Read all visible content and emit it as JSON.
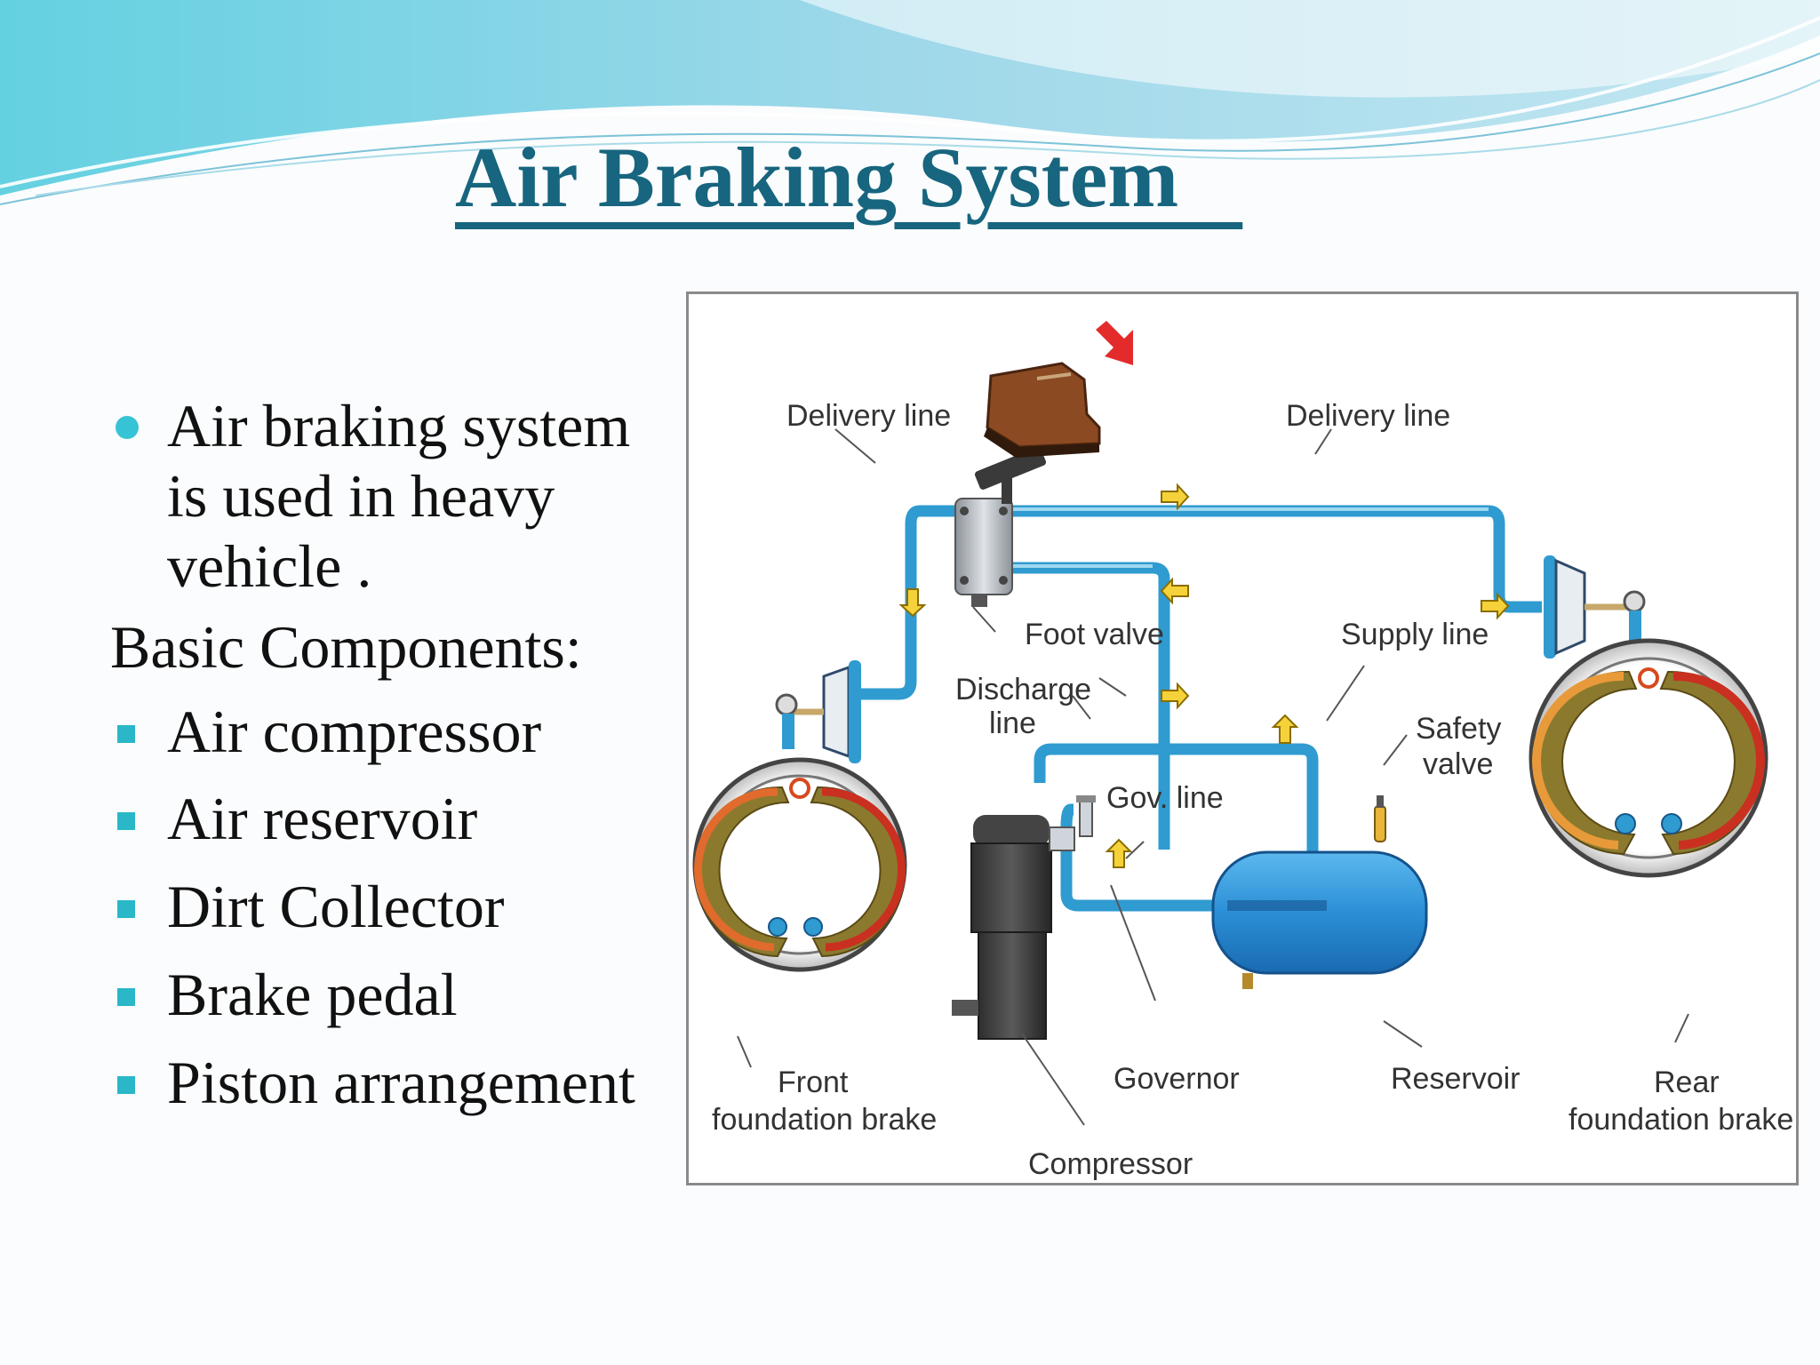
{
  "title": "Air Braking System   ",
  "intro": "Air braking system is used in heavy vehicle .",
  "components_heading": "Basic Components:",
  "components": [
    "Air compressor",
    "Air reservoir",
    "Dirt Collector",
    "Brake pedal",
    "Piston arrangement"
  ],
  "diagram": {
    "labels": {
      "delivery_left": "Delivery line",
      "delivery_right": "Delivery line",
      "foot_valve": "Foot valve",
      "supply_line": "Supply line",
      "discharge_1": "Discharge",
      "discharge_2": "line",
      "safety_1": "Safety",
      "safety_2": "valve",
      "gov_line": "Gov. line",
      "front_1": "Front",
      "front_2": "foundation brake",
      "governor": "Governor",
      "reservoir": "Reservoir",
      "rear_1": "Rear",
      "rear_2": "foundation brake",
      "compressor": "Compressor"
    }
  },
  "colors": {
    "title": "#17657e",
    "accent": "#37c3d6",
    "pipe": "#3da9d4",
    "reservoir": "#2b8fd6"
  }
}
